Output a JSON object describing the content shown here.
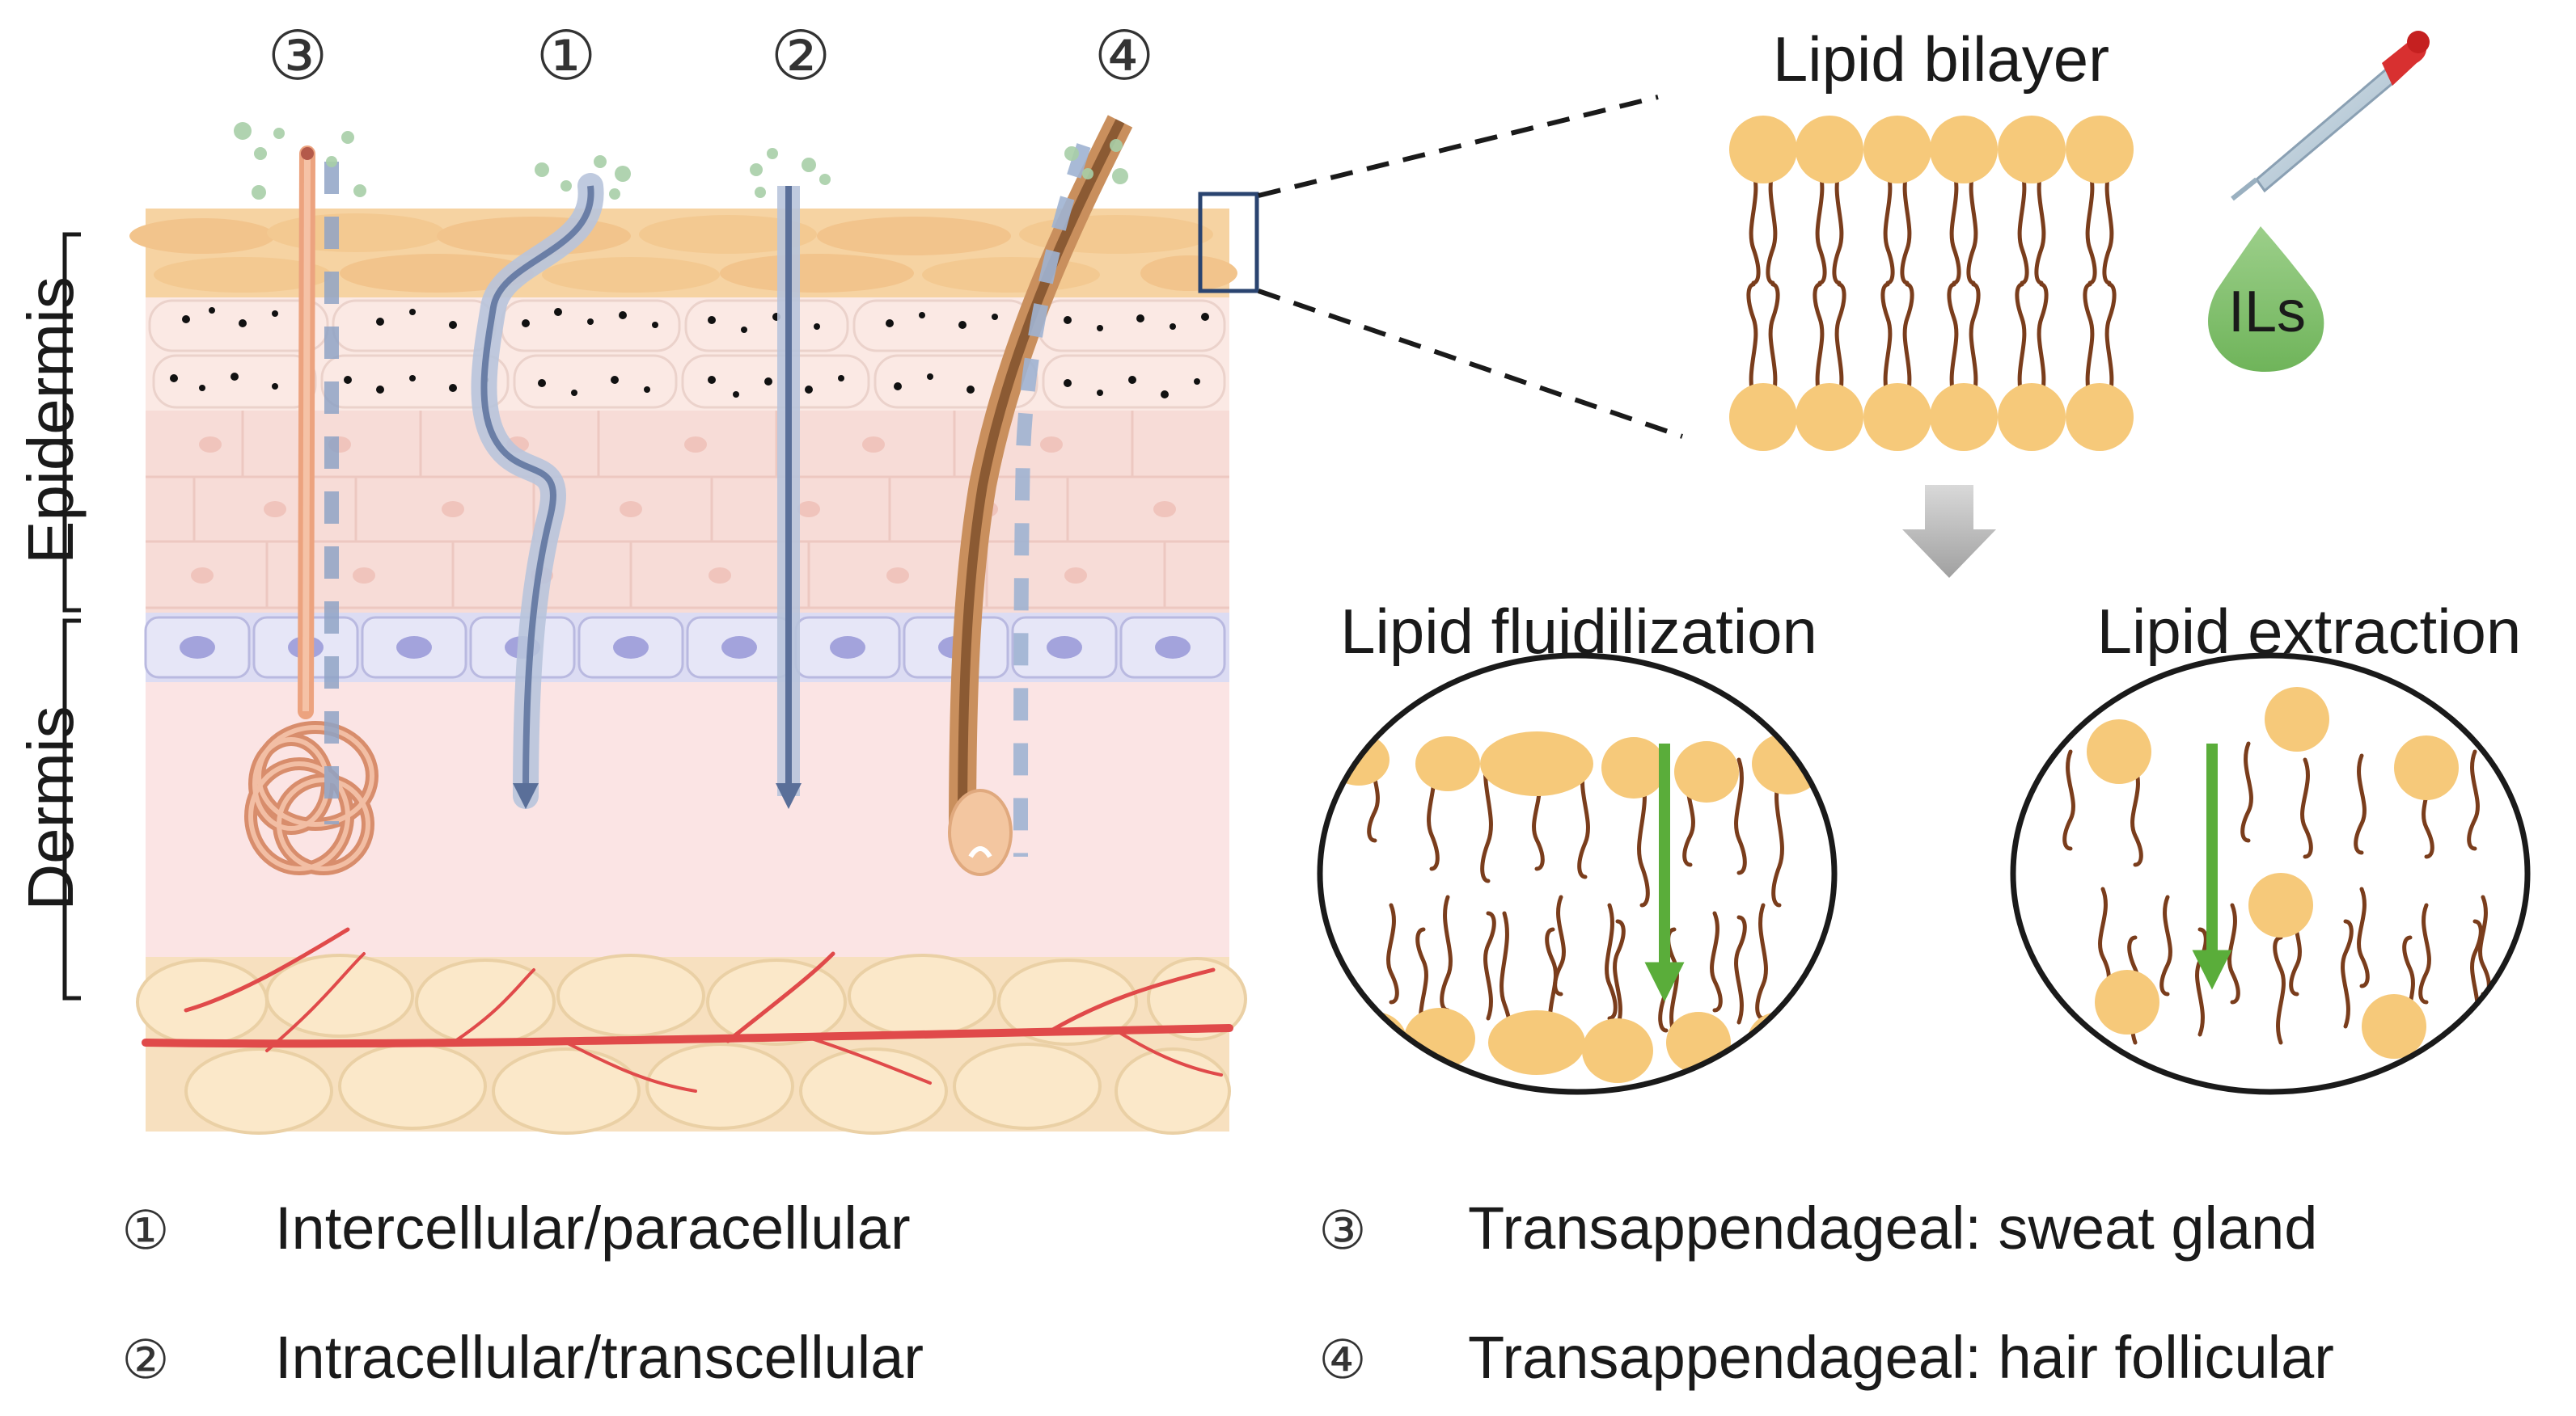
{
  "route_markers": {
    "r3": "③",
    "r1": "①",
    "r2": "②",
    "r4": "④"
  },
  "side_labels": {
    "epidermis": "Epidermis",
    "dermis": "Dermis"
  },
  "bilayer": {
    "title": "Lipid bilayer",
    "drop_label": "ILs"
  },
  "mechanisms": {
    "fluidization": "Lipid fluidilization",
    "extraction": "Lipid extraction"
  },
  "legend": [
    {
      "num": "①",
      "text": "Intercellular/paracellular"
    },
    {
      "num": "②",
      "text": "Intracellular/transcellular"
    },
    {
      "num": "③",
      "text": "Transappendageal: sweat gland"
    },
    {
      "num": "④",
      "text": "Transappendageal: hair follicular"
    }
  ],
  "colors": {
    "lipid_head": "#f6c97a",
    "lipid_tail": "#7a3d1c",
    "arrow_green": "#5aad3a",
    "route_blue": "#7f93b8",
    "vessel_red": "#e04a4a",
    "drop_green": "#7fbf6a"
  }
}
